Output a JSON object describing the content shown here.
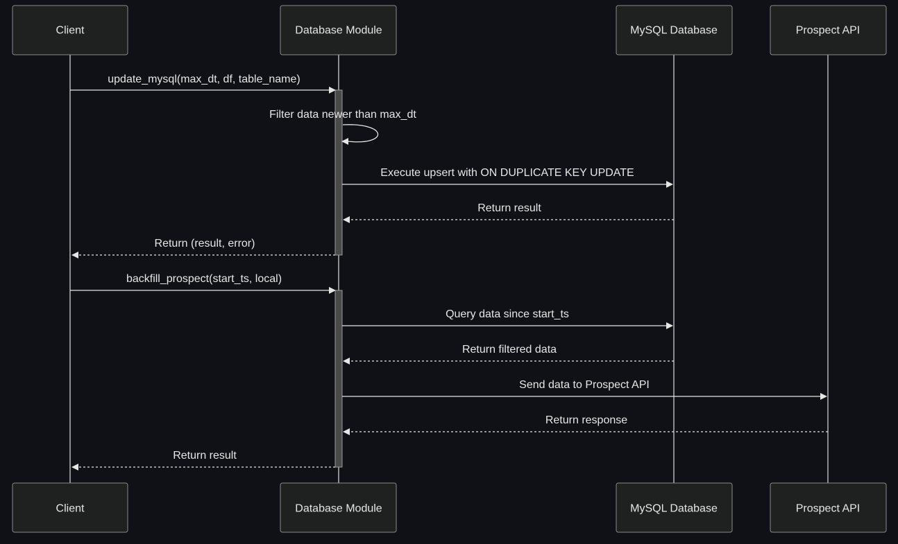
{
  "participants": [
    {
      "id": "client",
      "label": "Client"
    },
    {
      "id": "db_module",
      "label": "Database Module"
    },
    {
      "id": "mysql",
      "label": "MySQL Database"
    },
    {
      "id": "prospect",
      "label": "Prospect API"
    }
  ],
  "messages": [
    {
      "from": "client",
      "to": "db_module",
      "label": "update_mysql(max_dt, df, table_name)",
      "style": "solid"
    },
    {
      "from": "db_module",
      "to": "db_module",
      "label": "Filter data newer than max_dt",
      "style": "self"
    },
    {
      "from": "db_module",
      "to": "mysql",
      "label": "Execute upsert with ON DUPLICATE KEY UPDATE",
      "style": "solid"
    },
    {
      "from": "mysql",
      "to": "db_module",
      "label": "Return result",
      "style": "dashed"
    },
    {
      "from": "db_module",
      "to": "client",
      "label": "Return (result, error)",
      "style": "dashed"
    },
    {
      "from": "client",
      "to": "db_module",
      "label": "backfill_prospect(start_ts, local)",
      "style": "solid"
    },
    {
      "from": "db_module",
      "to": "mysql",
      "label": "Query data since start_ts",
      "style": "solid"
    },
    {
      "from": "mysql",
      "to": "db_module",
      "label": "Return filtered data",
      "style": "dashed"
    },
    {
      "from": "db_module",
      "to": "prospect",
      "label": "Send data to Prospect API",
      "style": "solid"
    },
    {
      "from": "prospect",
      "to": "db_module",
      "label": "Return response",
      "style": "dashed"
    },
    {
      "from": "db_module",
      "to": "client",
      "label": "Return result",
      "style": "dashed"
    }
  ]
}
